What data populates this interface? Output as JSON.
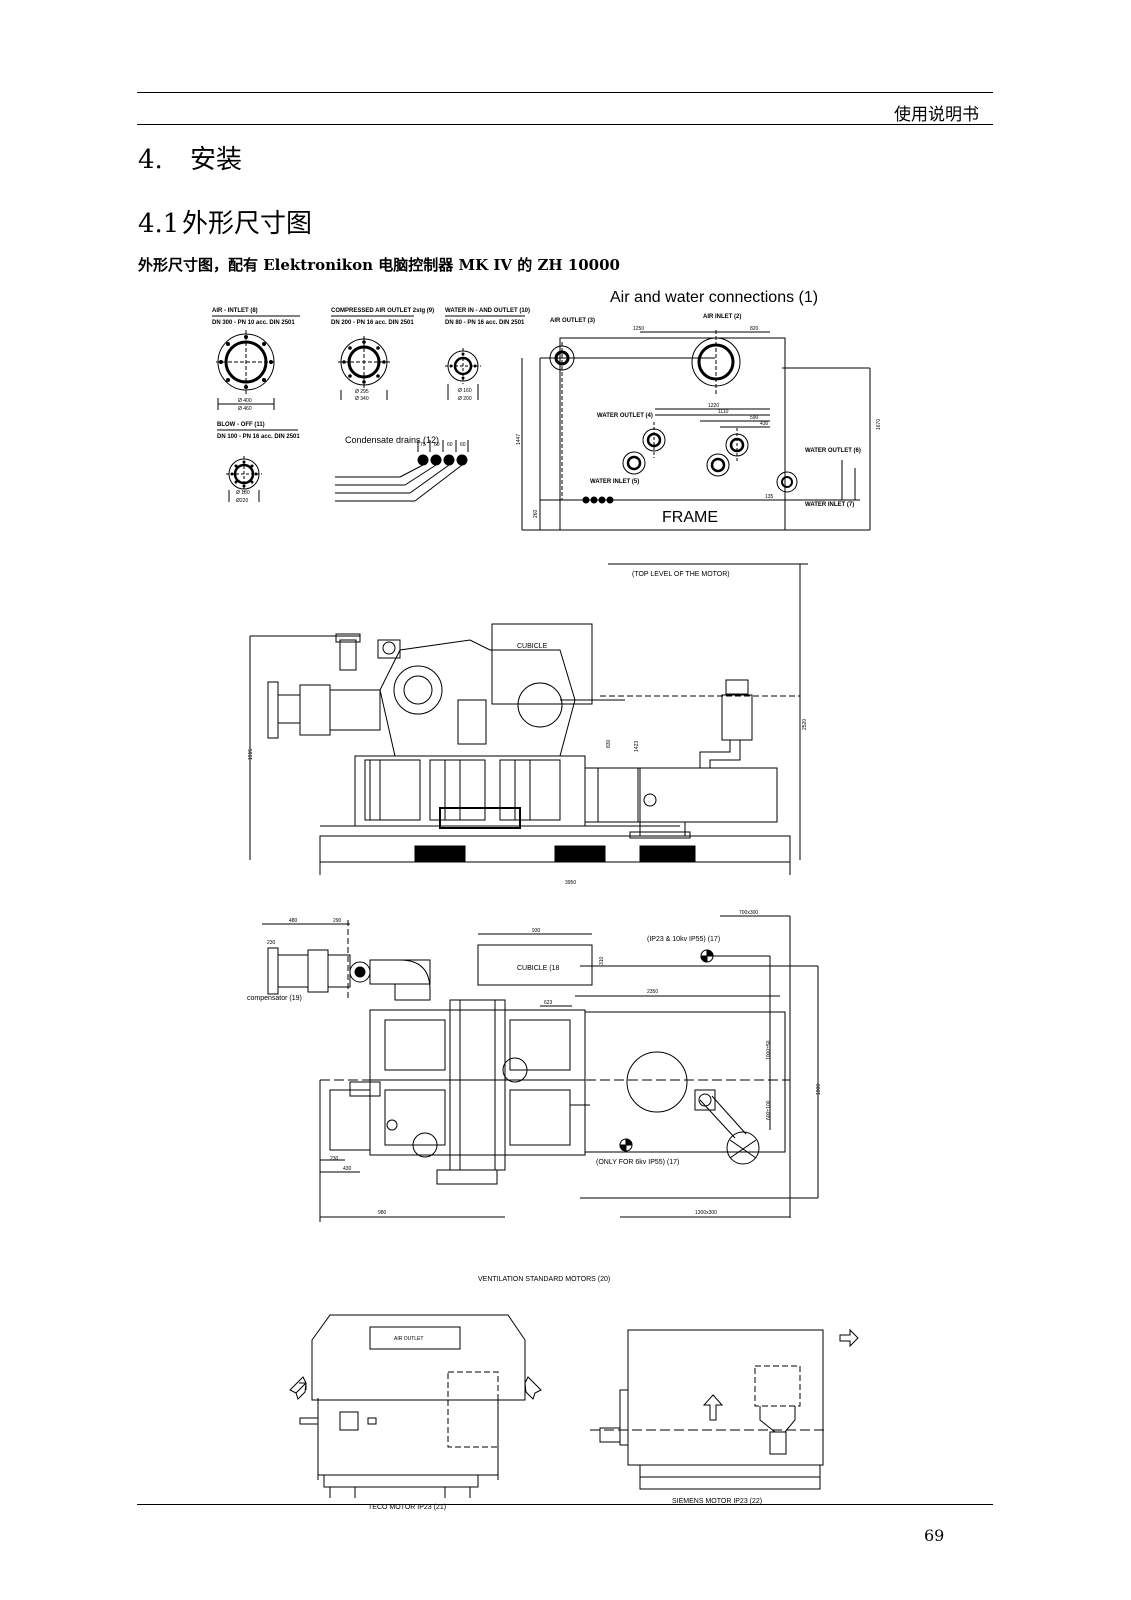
{
  "header": {
    "title": "使用说明书"
  },
  "section": {
    "number": "4.",
    "title": "安装"
  },
  "subsection": {
    "number": "4.1",
    "title": "外形尺寸图"
  },
  "caption": "外形尺寸图，配有 Elektronikon 电脑控制器 MK IV 的 ZH 10000",
  "connections": {
    "title": "Air and water connections (1)",
    "air_inlet_8": "AIR - INTLET (8)",
    "air_inlet_8_spec": "DN 300 - PN 10 acc. DIN 2501",
    "compressed_air": "COMPRESSED AIR OUTLET 2stg (9)",
    "compressed_air_spec": "DN 200 - PN 16 acc. DIN 2501",
    "water_in_out": "WATER IN - AND OUTLET (10)",
    "water_in_out_spec": "DN 80 - PN 16 acc. DIN 2501",
    "blow_off": "BLOW - OFF (11)",
    "blow_off_spec": "DN 100 - PN 16 acc. DIN 2501",
    "condensate": "Condensate drains (12)",
    "air_outlet_3": "AIR OUTLET (3)",
    "air_inlet_2": "AIR INLET (2)",
    "water_outlet_4": "WATER OUTLET (4)",
    "water_outlet_6": "WATER OUTLET (6)",
    "water_inlet_5": "WATER INLET (5)",
    "water_inlet_7": "WATER INLET (7)",
    "frame": "FRAME",
    "dim_1250": "1250",
    "dim_820": "820",
    "dim_1220": "1220",
    "dim_1110": "1110",
    "dim_590": "590",
    "dim_430": "430",
    "dim_1447": "1447",
    "dim_1670": "1670",
    "dim_260": "260",
    "dim_135": "135",
    "dim_d400": "Ø 400",
    "dim_d460": "Ø 460",
    "dim_d295": "Ø 295",
    "dim_d340": "Ø 340",
    "dim_d160": "Ø 160",
    "dim_d200": "Ø 200",
    "dim_d180": "Ø 180",
    "dim_d220": "Ø220",
    "drain_n1": "75",
    "drain_n2": "60",
    "drain_n3": "60",
    "drain_n4": "60"
  },
  "side_view": {
    "top_level": "(TOP LEVEL OF THE MOTOR)",
    "cubicle": "CUBICLE",
    "dim_3950": "3950",
    "dim_1915": "1915",
    "dim_2520": "2520",
    "dim_830": "830",
    "dim_1423": "1423"
  },
  "top_view": {
    "ip23_label": "(IP23 & 10kv IP55) (17)",
    "cubicle18": "CUBICLE (18",
    "compensator": "compensator (19)",
    "ip55_label": "(ONLY FOR 6kv IP55) (17)",
    "dim_480": "480",
    "dim_290": "290",
    "dim_230a": "230",
    "dim_930": "930",
    "dim_700x300": "700x300",
    "dim_2350": "2350",
    "dim_623": "623",
    "dim_230b": "230",
    "dim_430": "430",
    "dim_980": "980",
    "dim_1300x300": "1300x300",
    "dim_1000": "1000±50",
    "dim_600": "600±100",
    "dim_1900": "1900",
    "dim_310": "310"
  },
  "ventilation": {
    "title": "VENTILATION STANDARD MOTORS (20)",
    "air_outlet": "AIR OUTLET",
    "teco": "TECO MOTOR IP23 (21)",
    "siemens": "SIEMENS MOTOR IP23 (22)"
  },
  "footer": {
    "page_number": "69"
  }
}
